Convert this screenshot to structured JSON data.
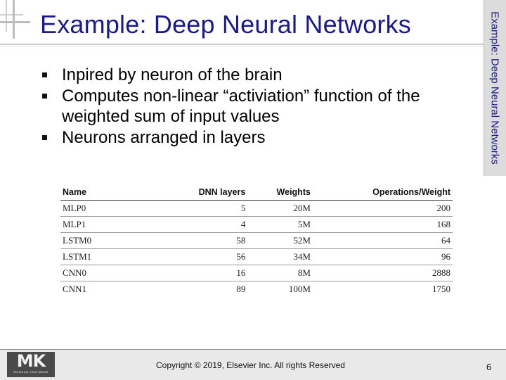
{
  "slide": {
    "title": "Example:  Deep Neural Networks",
    "side_title": "Example:  Deep Neural Networks",
    "bullets": [
      "Inpired by neuron of the brain",
      "Computes non-linear “activiation” function of the weighted sum of input values",
      "Neurons arranged in layers"
    ],
    "page_number": "6"
  },
  "table": {
    "headers": [
      "Name",
      "DNN layers",
      "Weights",
      "Operations/Weight"
    ],
    "rows": [
      [
        "MLP0",
        "5",
        "20M",
        "200"
      ],
      [
        "MLP1",
        "4",
        "5M",
        "168"
      ],
      [
        "LSTM0",
        "58",
        "52M",
        "64"
      ],
      [
        "LSTM1",
        "56",
        "34M",
        "96"
      ],
      [
        "CNN0",
        "16",
        "8M",
        "2888"
      ],
      [
        "CNN1",
        "89",
        "100M",
        "1750"
      ]
    ]
  },
  "footer": {
    "logo_text": "MK",
    "logo_subtext": "MORGAN KAUFMANN",
    "copyright": "Copyright © 2019, Elsevier Inc. All rights Reserved"
  },
  "colors": {
    "title": "#1a1a8c",
    "footer_bg": "#e9e9e9",
    "side_bar": "#dcdcdc"
  }
}
